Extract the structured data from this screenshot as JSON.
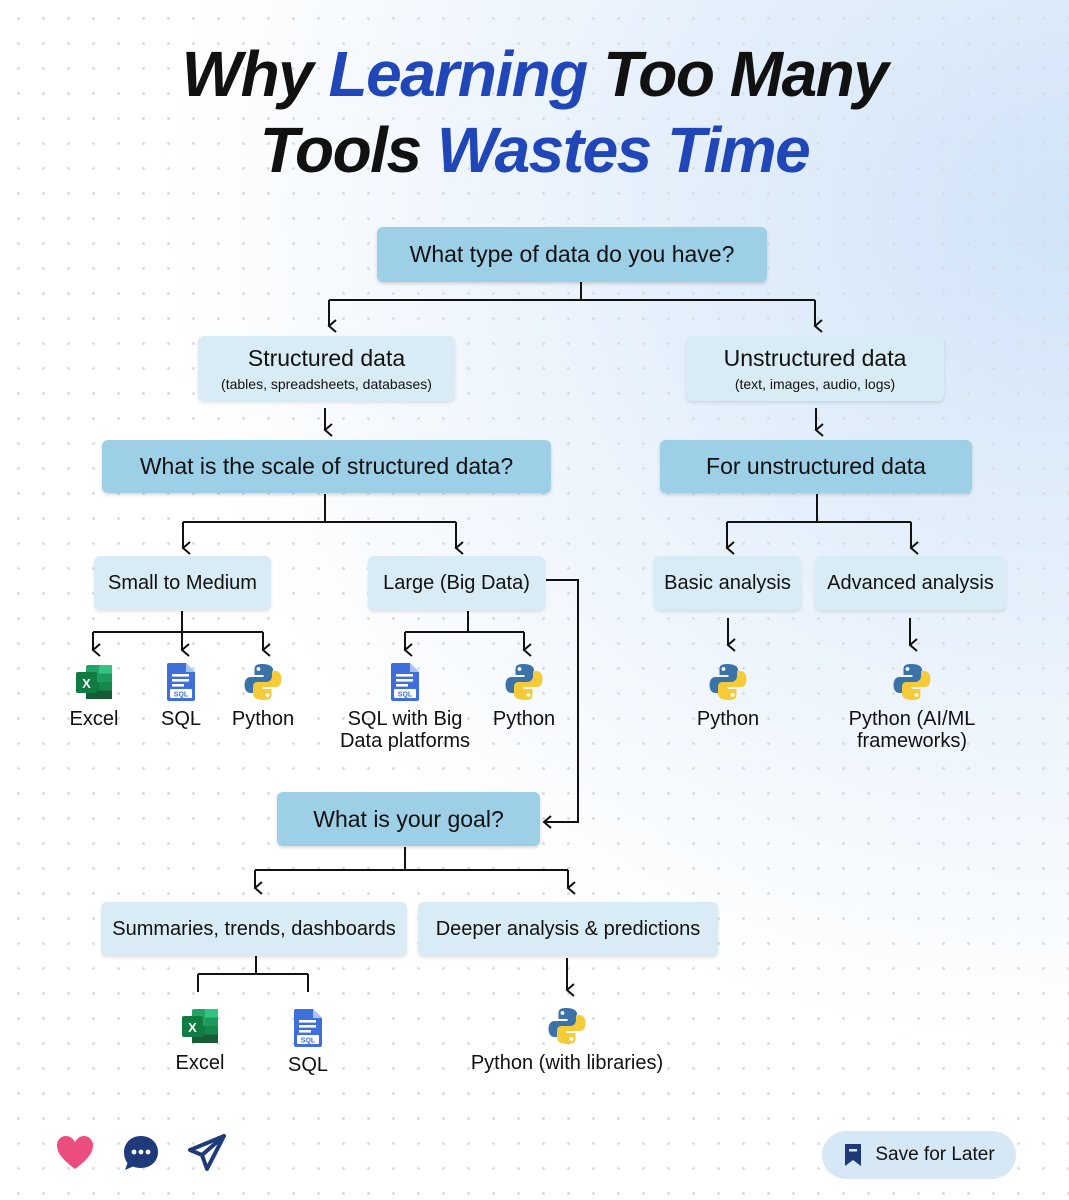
{
  "title": {
    "line1_a": "Why ",
    "line1_b": "Learning",
    "line1_c": " Too Many",
    "line2_a": "Tools ",
    "line2_b": "Wastes Time"
  },
  "colors": {
    "accent": "#2146b8",
    "question_box": "#9dcfe6",
    "label_box": "#d9ecf6",
    "wire": "#111111"
  },
  "flow": {
    "root": "What type of data do you have?",
    "structured": {
      "title": "Structured data",
      "sub": "(tables, spreadsheets, databases)"
    },
    "unstructured": {
      "title": "Unstructured data",
      "sub": "(text, images, audio, logs)"
    },
    "scale_question": "What is the scale of structured data?",
    "unstructured_question": "For unstructured data",
    "small_medium": "Small to Medium",
    "large": "Large (Big Data)",
    "basic": "Basic analysis",
    "advanced": "Advanced analysis",
    "goal_question": "What is your goal?",
    "summaries": "Summaries, trends, dashboards",
    "deeper": "Deeper analysis & predictions"
  },
  "tools": {
    "sm_excel": "Excel",
    "sm_sql": "SQL",
    "sm_python": "Python",
    "lg_sql": "SQL with Big Data platforms",
    "lg_python": "Python",
    "basic_python": "Python",
    "adv_python": "Python (AI/ML frameworks)",
    "sum_excel": "Excel",
    "sum_sql": "SQL",
    "deep_python": "Python (with libraries)"
  },
  "icons": {
    "excel": "excel-icon",
    "sql": "sql-icon",
    "python": "python-icon",
    "sql_badge": "SQL",
    "excel_letter": "X"
  },
  "actions": {
    "like": "heart-icon",
    "comment": "comment-icon",
    "share": "send-icon",
    "save_label": "Save for Later"
  }
}
